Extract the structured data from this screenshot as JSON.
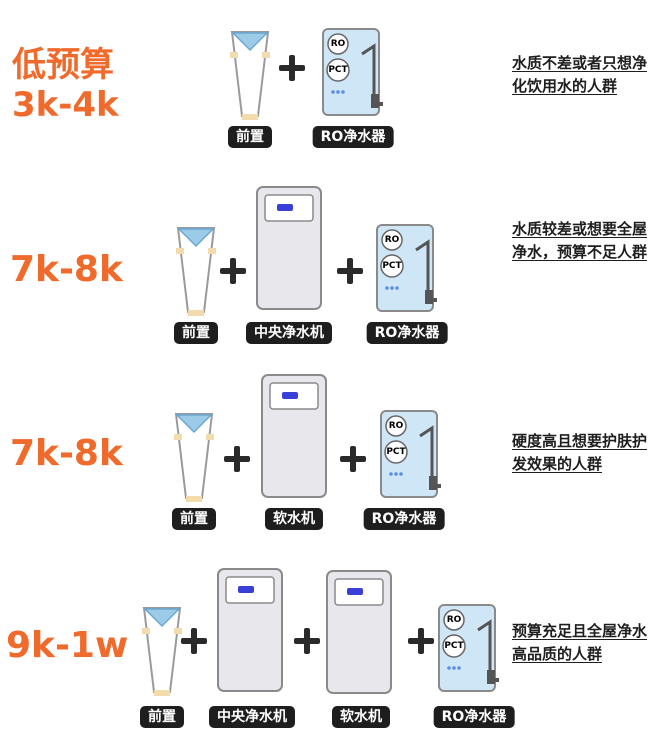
{
  "tiers": [
    {
      "price": "3k-4k",
      "budget_title": "低预算",
      "components": [
        "前置",
        "RO净水器"
      ],
      "description": "水质不差或者只想净化饮用水的人群"
    },
    {
      "price": "7k-8k",
      "components": [
        "前置",
        "中央净水机",
        "RO净水器"
      ],
      "description": "水质较差或想要全屋净水，预算不足人群"
    },
    {
      "price": "7k-8k",
      "components": [
        "前置",
        "软水机",
        "RO净水器"
      ],
      "description": "硬度高且想要护肤护发效果的人群"
    },
    {
      "price": "9k-1w",
      "components": [
        "前置",
        "中央净水机",
        "软水机",
        "RO净水器"
      ],
      "description": "预算充足且全屋净水高品质的人群"
    }
  ],
  "device_markings": {
    "ro_top": "RO",
    "ro_bottom": "PCT"
  },
  "colors": {
    "price": "#ef6a2b",
    "tag_bg": "#1e1e1e",
    "ro_body": "#cfe6f6",
    "cabinet": "#e8e8ec",
    "indicator": "#3a3fd8",
    "filter_cap": "#9ccbe8"
  }
}
